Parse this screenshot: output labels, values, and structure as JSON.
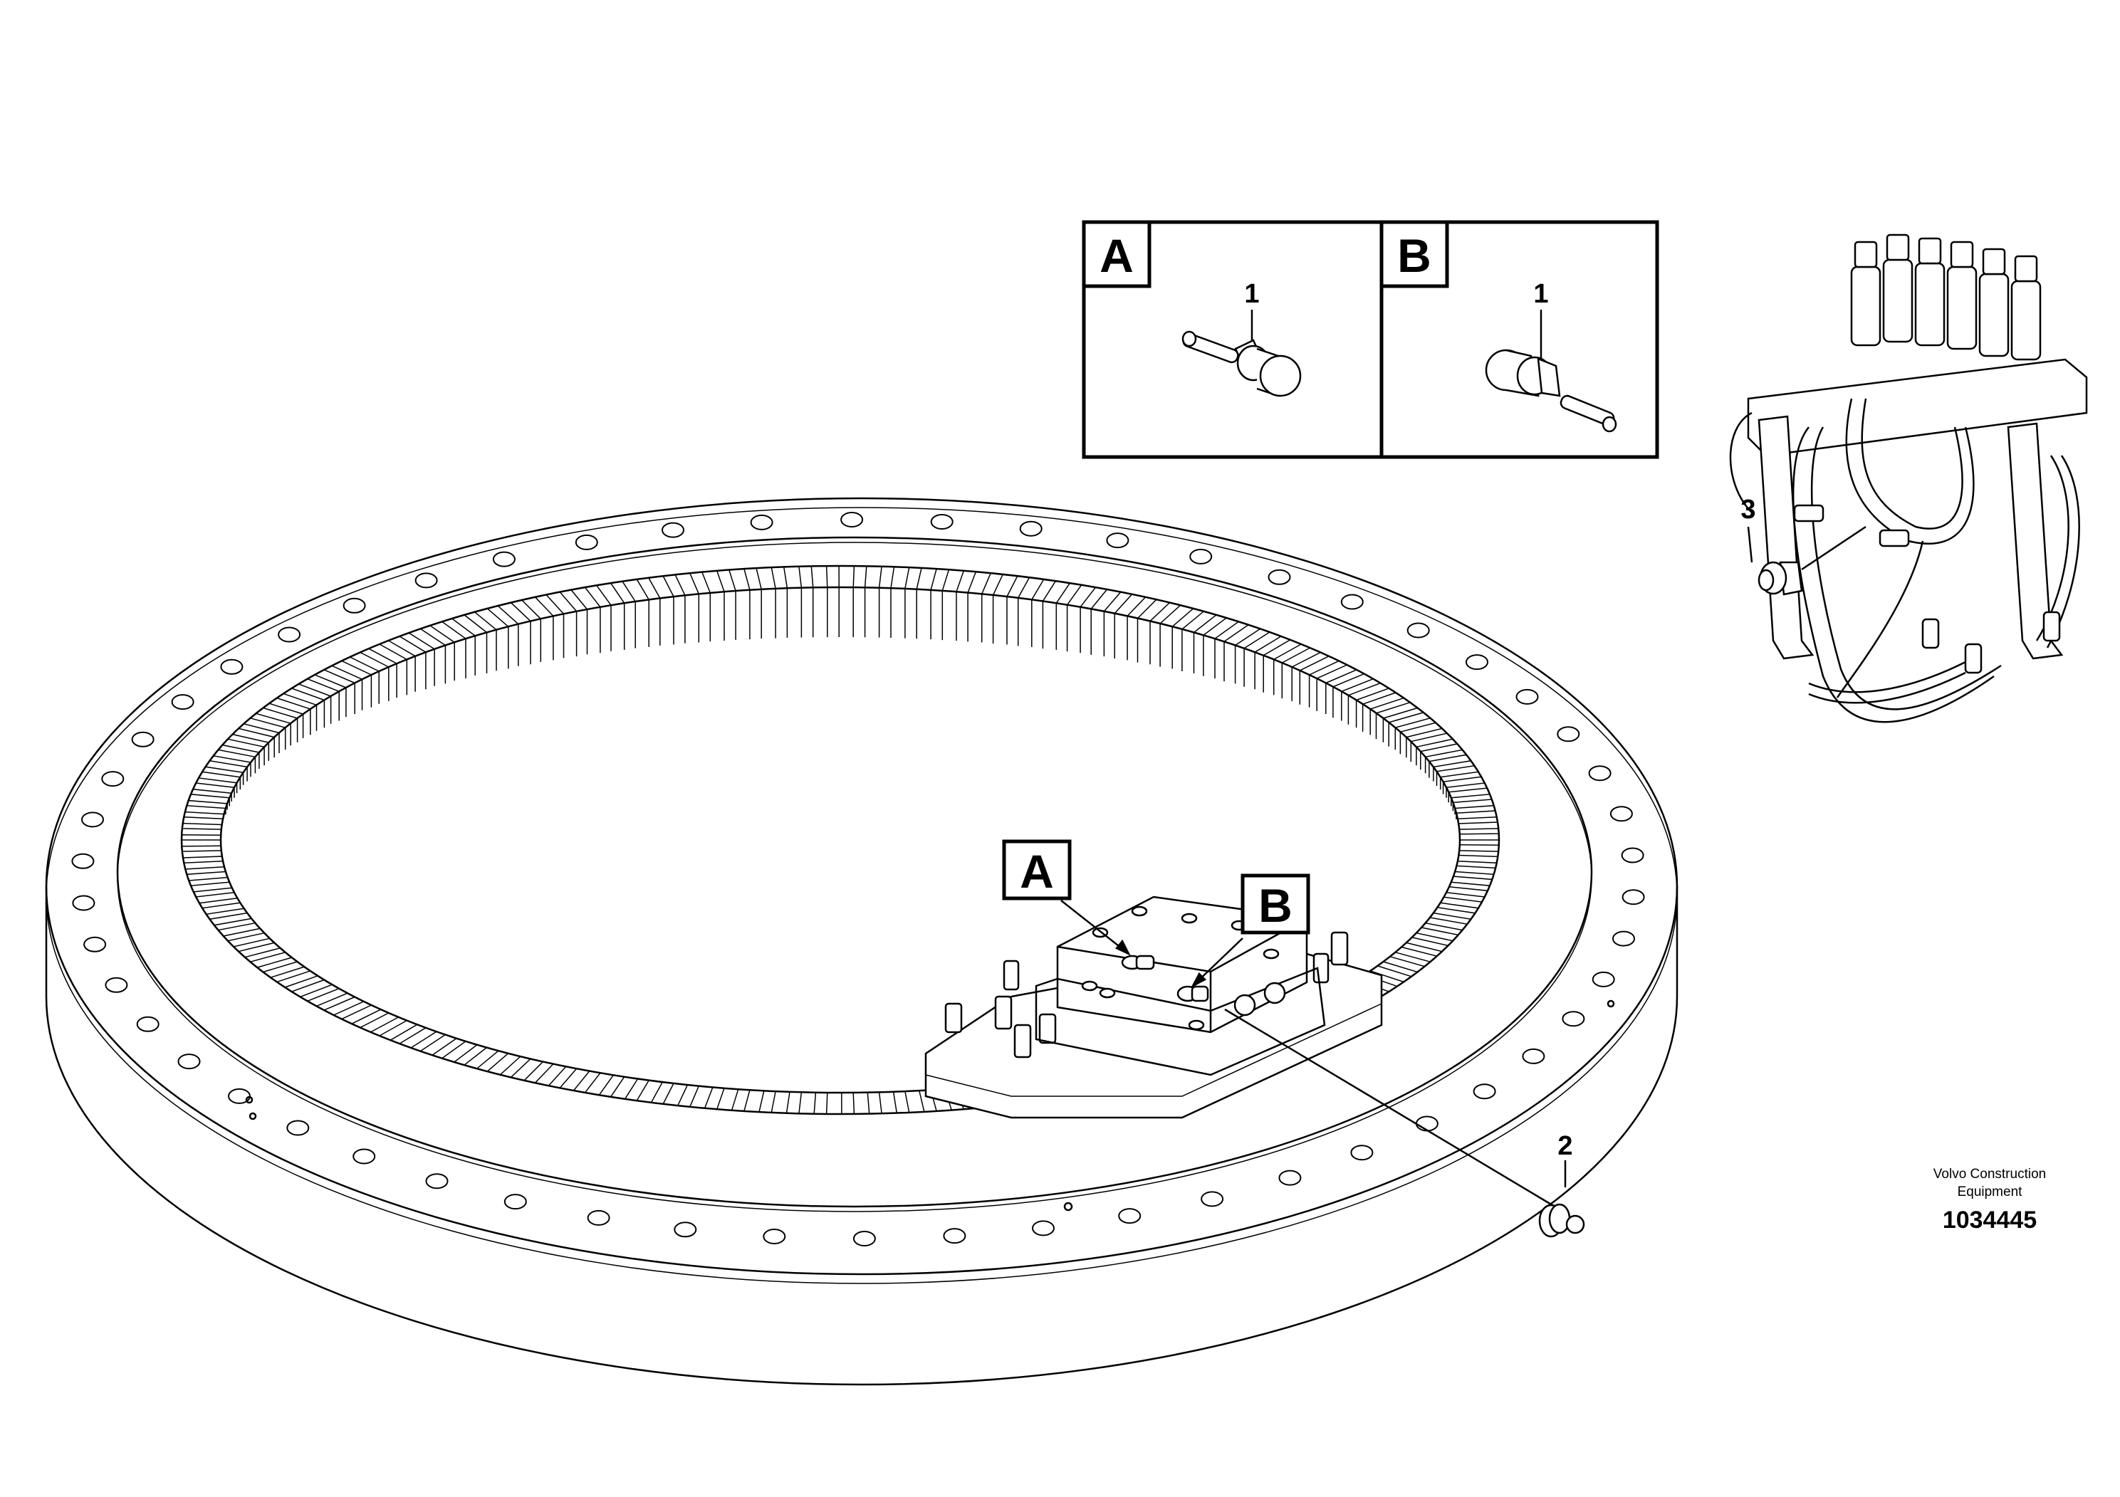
{
  "detail_views": [
    {
      "id": "A",
      "letter": "A",
      "item": "1"
    },
    {
      "id": "B",
      "letter": "B",
      "item": "1"
    }
  ],
  "markers": {
    "a": "A",
    "b": "B"
  },
  "callouts": {
    "item1": "1",
    "item2": "2",
    "item3": "3"
  },
  "footer": {
    "brand_line1": "Volvo Construction",
    "brand_line2": "Equipment",
    "drawing_number": "1034445"
  }
}
